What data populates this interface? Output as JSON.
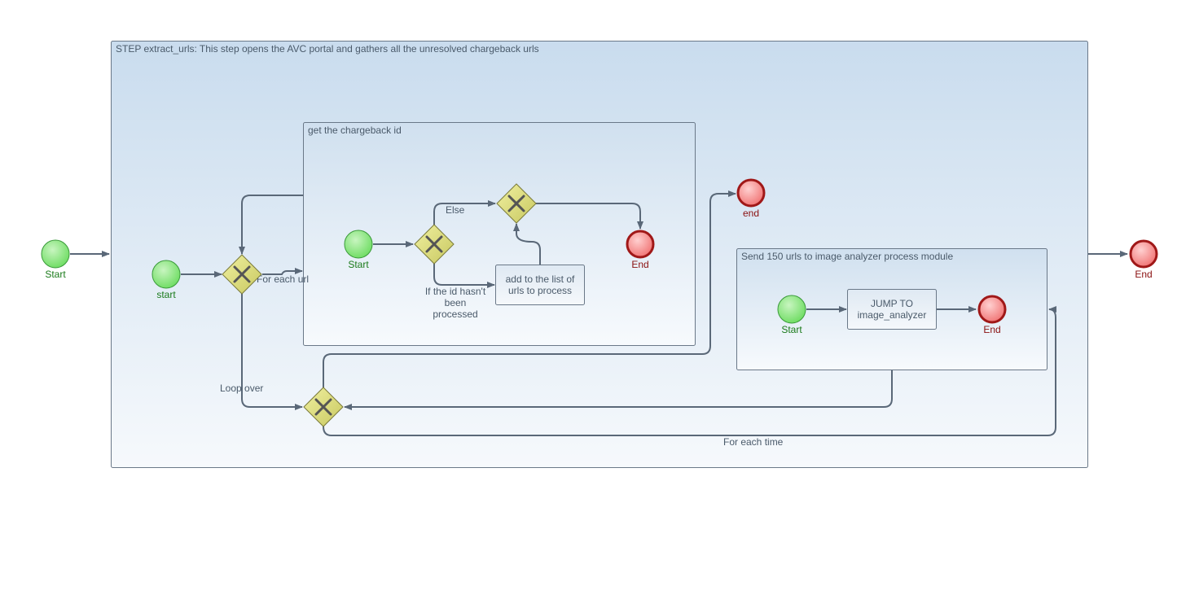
{
  "diagram": {
    "outer_start_label": "Start",
    "outer_end_label": "End",
    "step_title": "STEP extract_urls: This step opens the AVC portal and gathers all the unresolved chargeback urls",
    "inner_start_label": "start",
    "for_each_url_label": "For each url",
    "loop_over_label": "Loop over",
    "for_each_time_label": "For each time",
    "end_mid_label": "end",
    "sub_chargeback": {
      "title": "get the chargeback id",
      "start_label": "Start",
      "end_label": "End",
      "else_label": "Else",
      "condition_line1": "If the id hasn't",
      "condition_line2": "been",
      "condition_line3": "processed",
      "task_line1": "add to the list of",
      "task_line2": "urls to process"
    },
    "sub_send": {
      "title": "Send 150 urls to image analyzer process module",
      "start_label": "Start",
      "end_label": "End",
      "task_line1": "JUMP TO",
      "task_line2": "image_analyzer"
    }
  }
}
